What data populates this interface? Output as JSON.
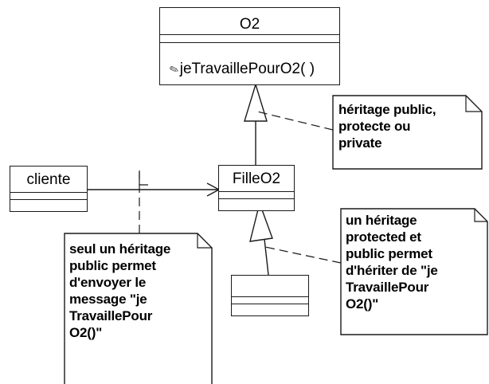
{
  "classes": {
    "o2": {
      "name": "O2",
      "operation": "jeTravaillePourO2( )",
      "operation_icon": "pencil-icon"
    },
    "filleo2": {
      "name": "FilleO2"
    },
    "cliente": {
      "name": "cliente"
    },
    "anonymous": {
      "name": ""
    }
  },
  "notes": {
    "heritage_public": "héritage public,\nprotecte ou\nprivate",
    "seul_heritage": "seul un héritage\npublic permet\nd'envoyer le\nmessage \"je\nTravaillePour\nO2()\"",
    "heritage_protected": "un héritage\nprotected et\npublic permet\nd'hériter de \"je\nTravaillePour\nO2()\""
  }
}
